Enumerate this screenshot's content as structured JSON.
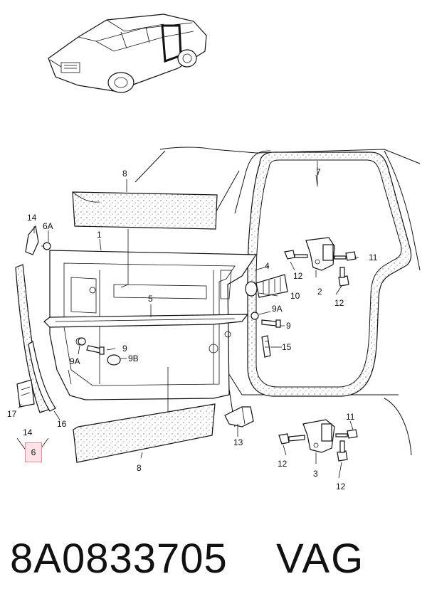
{
  "diagram": {
    "callouts": {
      "c1": "1",
      "c2": "2",
      "c3": "3",
      "c4": "4",
      "c5": "5",
      "c6": "6",
      "c6a": "6A",
      "c7": "7",
      "c8_top": "8",
      "c8_bottom": "8",
      "c9_right": "9",
      "c9_left": "9",
      "c9a_right": "9A",
      "c9a_left": "9A",
      "c9b": "9B",
      "c10": "10",
      "c11_top": "11",
      "c11_bottom": "11",
      "c12_top_left": "12",
      "c12_top_right": "12",
      "c12_bottom_left": "12",
      "c12_bottom_right": "12",
      "c13": "13",
      "c14_top": "14",
      "c14_bottom": "14",
      "c15": "15",
      "c16": "16",
      "c17": "17"
    },
    "highlighted_callout": "6"
  },
  "footer": {
    "part_number": "8A0833705",
    "brand": "VAG"
  },
  "colors": {
    "highlight_border": "#e58a9a",
    "highlight_fill": "#fbe3e7",
    "ink": "#111111"
  }
}
